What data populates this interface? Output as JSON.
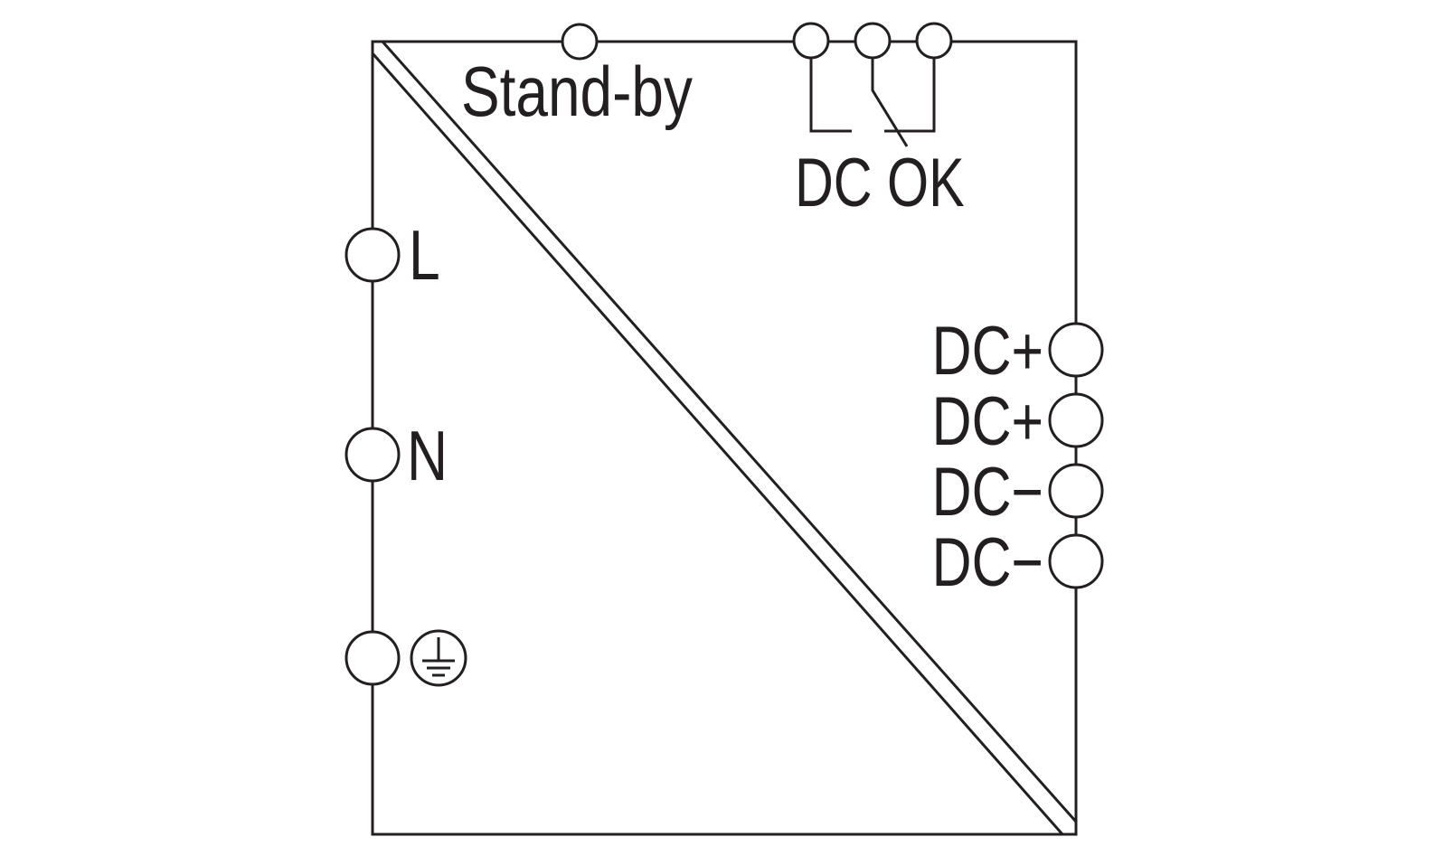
{
  "diagram": {
    "title": "Power supply terminal diagram",
    "labels": {
      "standby": "Stand-by",
      "dc_ok": "DC OK",
      "line": "L",
      "neutral": "N",
      "dc_plus_1": "DC+",
      "dc_plus_2": "DC+",
      "dc_minus_1": "DC−",
      "dc_minus_2": "DC−"
    },
    "icons": {
      "ground": "protective-earth-icon"
    },
    "colors": {
      "stroke": "#231f20",
      "background": "#ffffff"
    }
  }
}
